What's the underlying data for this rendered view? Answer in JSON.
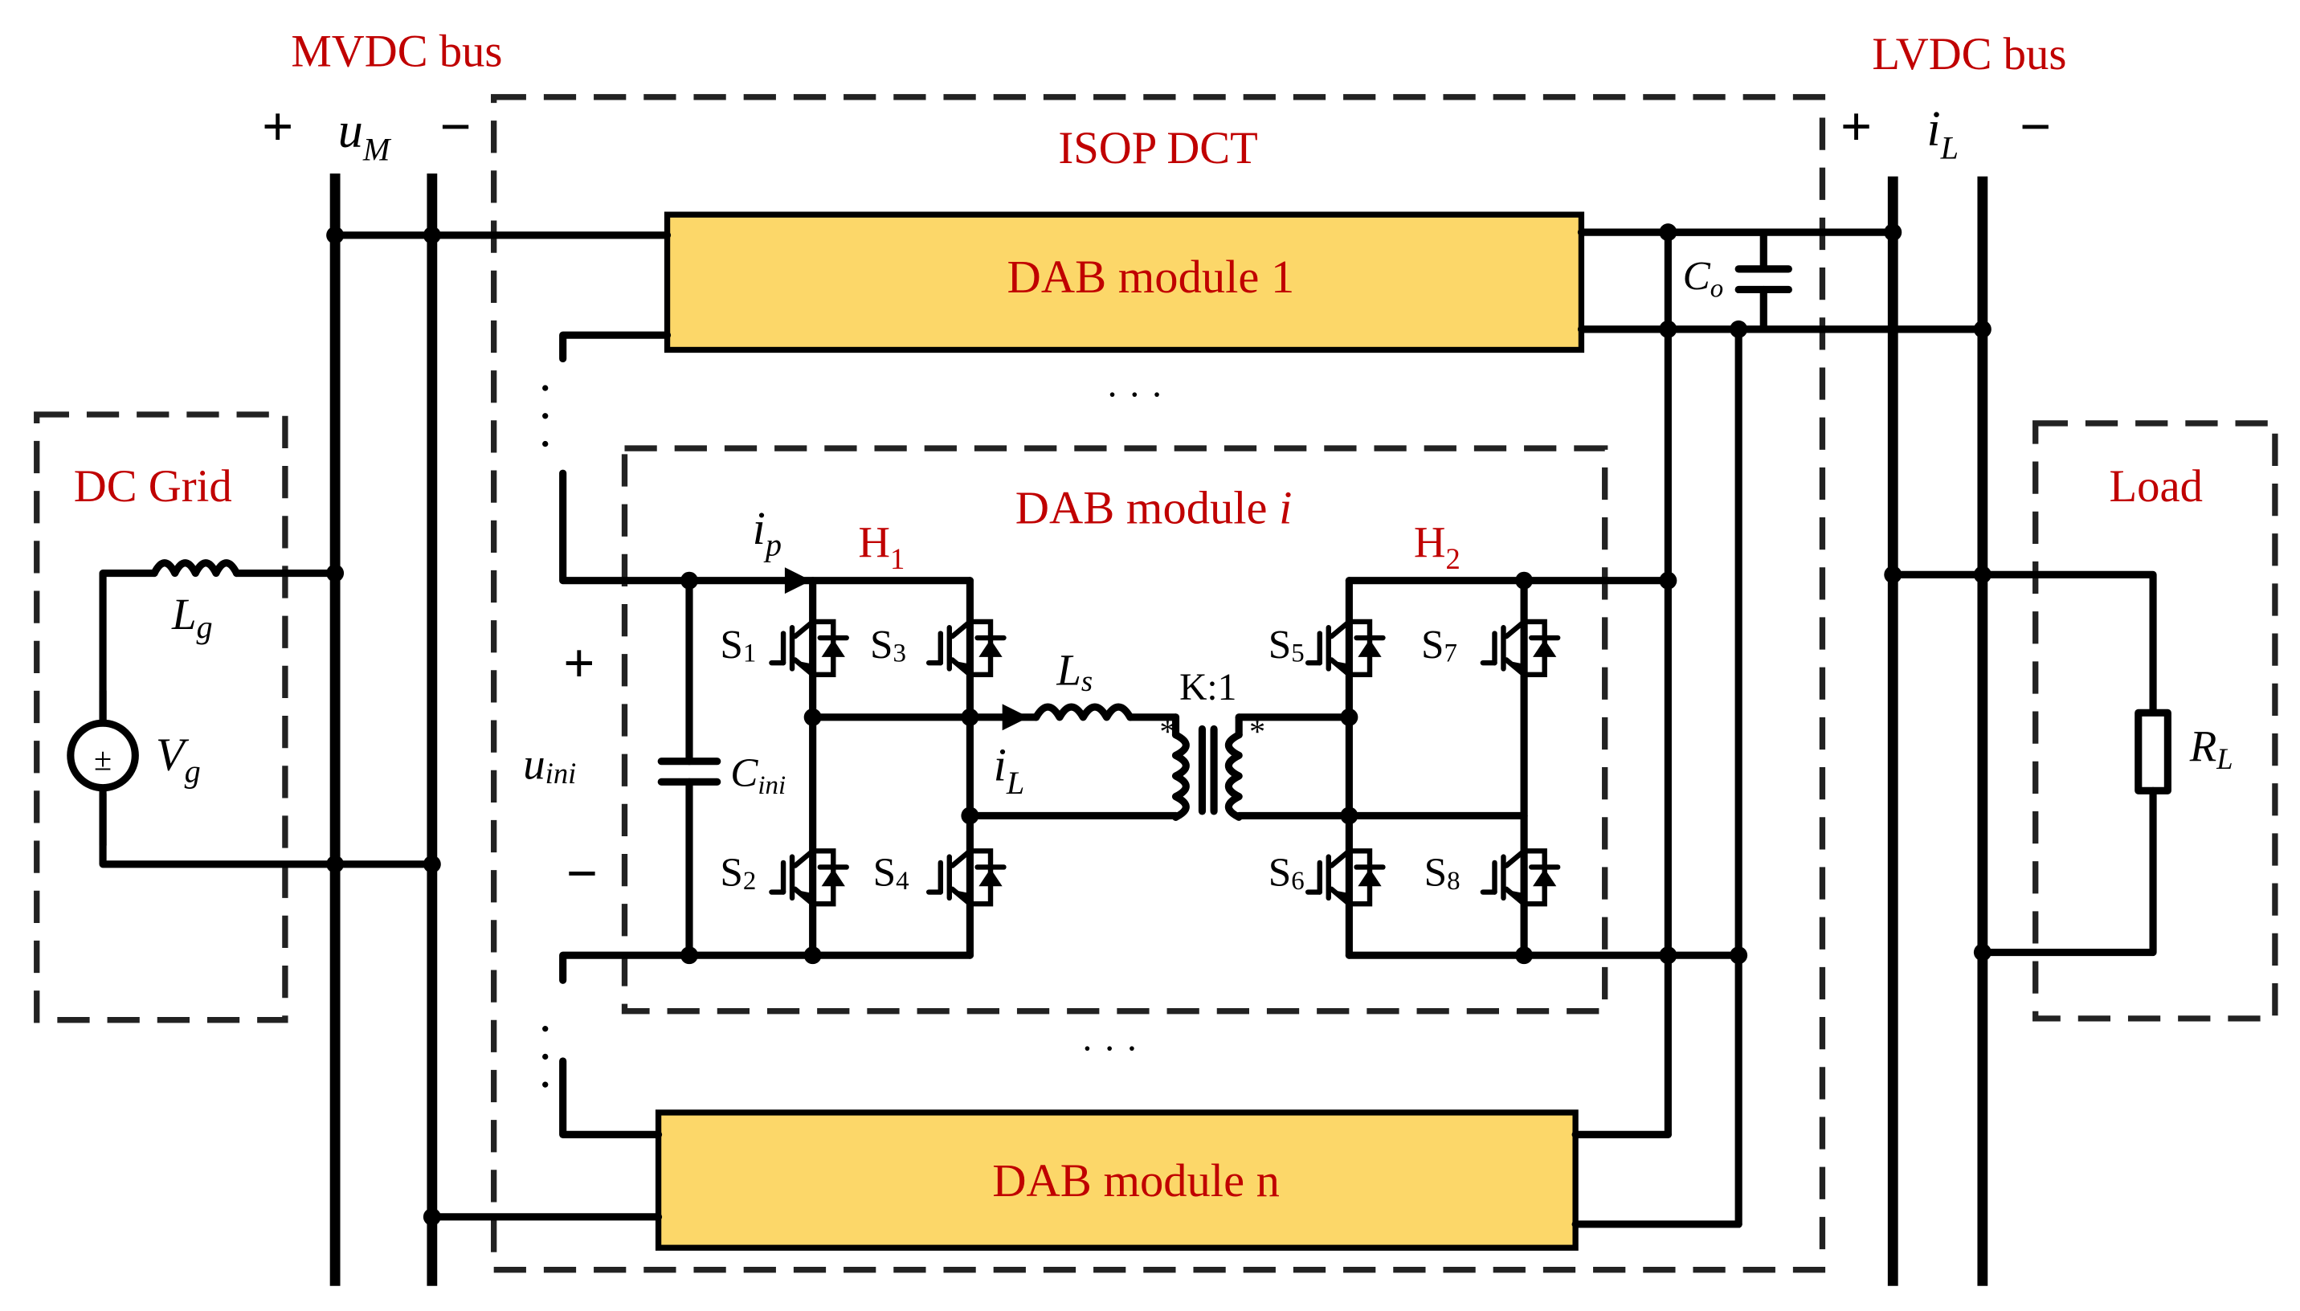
{
  "mvdc": {
    "label": "MVDC bus",
    "plus": "+",
    "minus": "−",
    "voltage": "u",
    "voltage_sub": "M"
  },
  "lvdc": {
    "label": "LVDC bus",
    "plus": "+",
    "minus": "−",
    "current": "i",
    "current_sub": "L"
  },
  "isop": {
    "label": "ISOP DCT"
  },
  "modules": {
    "m1": "DAB module 1",
    "mi": "DAB module ",
    "mi_index": "i",
    "mn": "DAB module n",
    "ellipsis": "· · ·"
  },
  "dc_grid": {
    "label": "DC Grid",
    "inductor": "L",
    "inductor_sub": "g",
    "source": "V",
    "source_sub": "g"
  },
  "load": {
    "label": "Load",
    "resistor": "R",
    "resistor_sub": "L"
  },
  "output_cap": {
    "label": "C",
    "sub": "o"
  },
  "inner": {
    "input_current": "i",
    "input_current_sub": "p",
    "h1": "H",
    "h1_sub": "1",
    "h2": "H",
    "h2_sub": "2",
    "plus": "+",
    "minus": "−",
    "u_in": "u",
    "u_in_sub": "ini",
    "c_in": "C",
    "c_in_sub": "ini",
    "ls": "L",
    "ls_sub": "s",
    "il": "i",
    "il_sub": "L",
    "ratio": "K:1",
    "star": "*",
    "switches": [
      "S",
      "S",
      "S",
      "S",
      "S",
      "S",
      "S",
      "S"
    ],
    "switch_subs": [
      "1",
      "2",
      "3",
      "4",
      "5",
      "6",
      "7",
      "8"
    ]
  },
  "colors": {
    "outer_fill": "#fdf0cf",
    "module_fill": "#fcd769",
    "grid_fill": "#dbedf4",
    "label_red": "#c00000"
  }
}
